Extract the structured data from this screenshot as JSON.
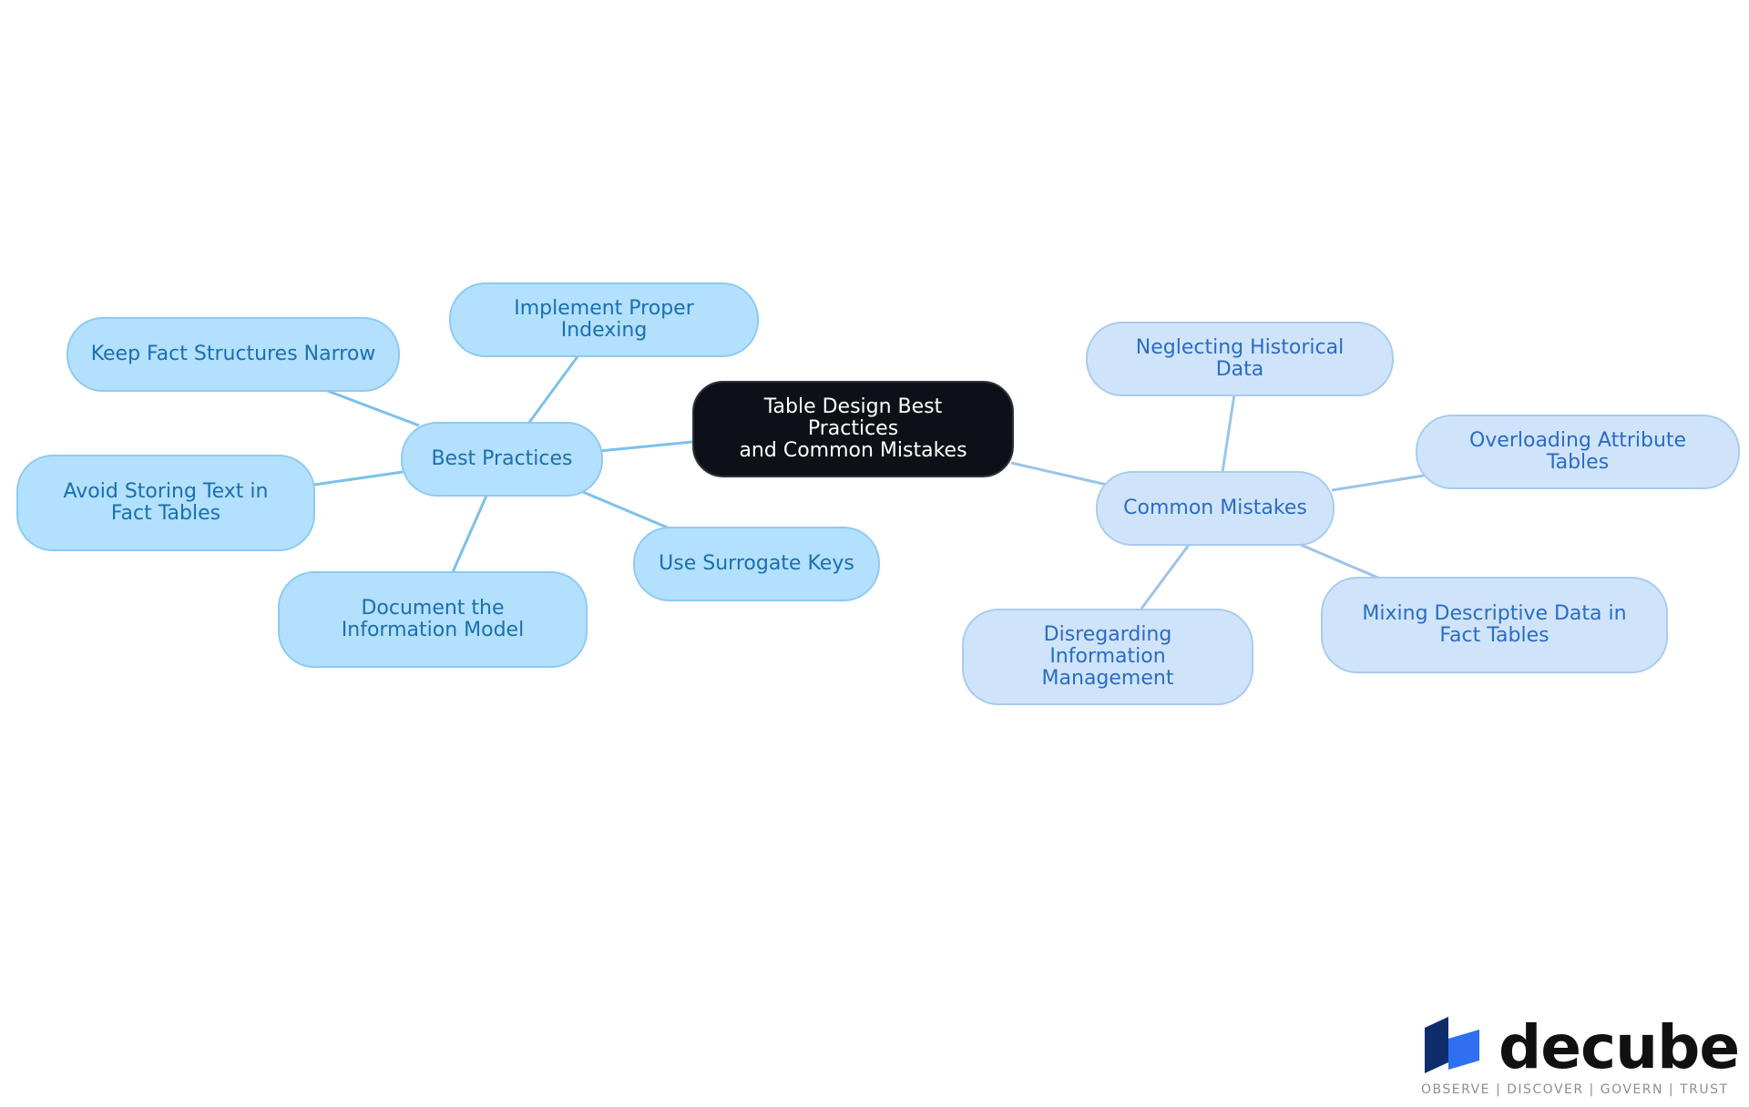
{
  "diagram": {
    "root": {
      "label_line1": "Table Design Best Practices",
      "label_line2": "and Common Mistakes"
    },
    "best_practices": {
      "label": "Best Practices",
      "children": [
        "Implement Proper Indexing",
        "Keep Fact Structures Narrow",
        "Avoid Storing Text in Fact Tables",
        "Document the Information Model",
        "Use Surrogate Keys"
      ]
    },
    "common_mistakes": {
      "label": "Common Mistakes",
      "children": [
        "Neglecting Historical Data",
        "Overloading Attribute Tables",
        "Mixing Descriptive Data in Fact Tables",
        "Disregarding Information Management"
      ]
    }
  },
  "logo": {
    "wordmark": "decube",
    "tagline": "OBSERVE | DISCOVER | GOVERN | TRUST"
  },
  "colors": {
    "root_fill": "#0d1117",
    "best_practices_fill": "#b3e0fd",
    "common_mistakes_fill": "#cfe4fb",
    "best_practices_edge": "#7cc0ea",
    "common_mistakes_edge": "#9cc4ea",
    "logo_dark": "#0f2d6b",
    "logo_blue": "#2f6ff0"
  }
}
